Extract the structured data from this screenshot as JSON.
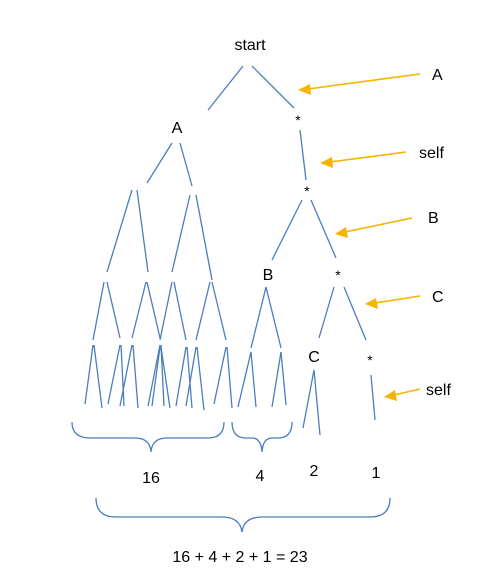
{
  "tree": {
    "root": "start",
    "left_child": "A",
    "star": "*",
    "b_node": "B",
    "c_node": "C"
  },
  "annotations": [
    "A",
    "self",
    "B",
    "C",
    "self"
  ],
  "counts": [
    "16",
    "4",
    "2",
    "1"
  ],
  "equation": "16 + 4 + 2 + 1 = 23",
  "colors": {
    "edge": "#4a7ebb",
    "arrow": "#f5b400",
    "text": "#000000"
  }
}
